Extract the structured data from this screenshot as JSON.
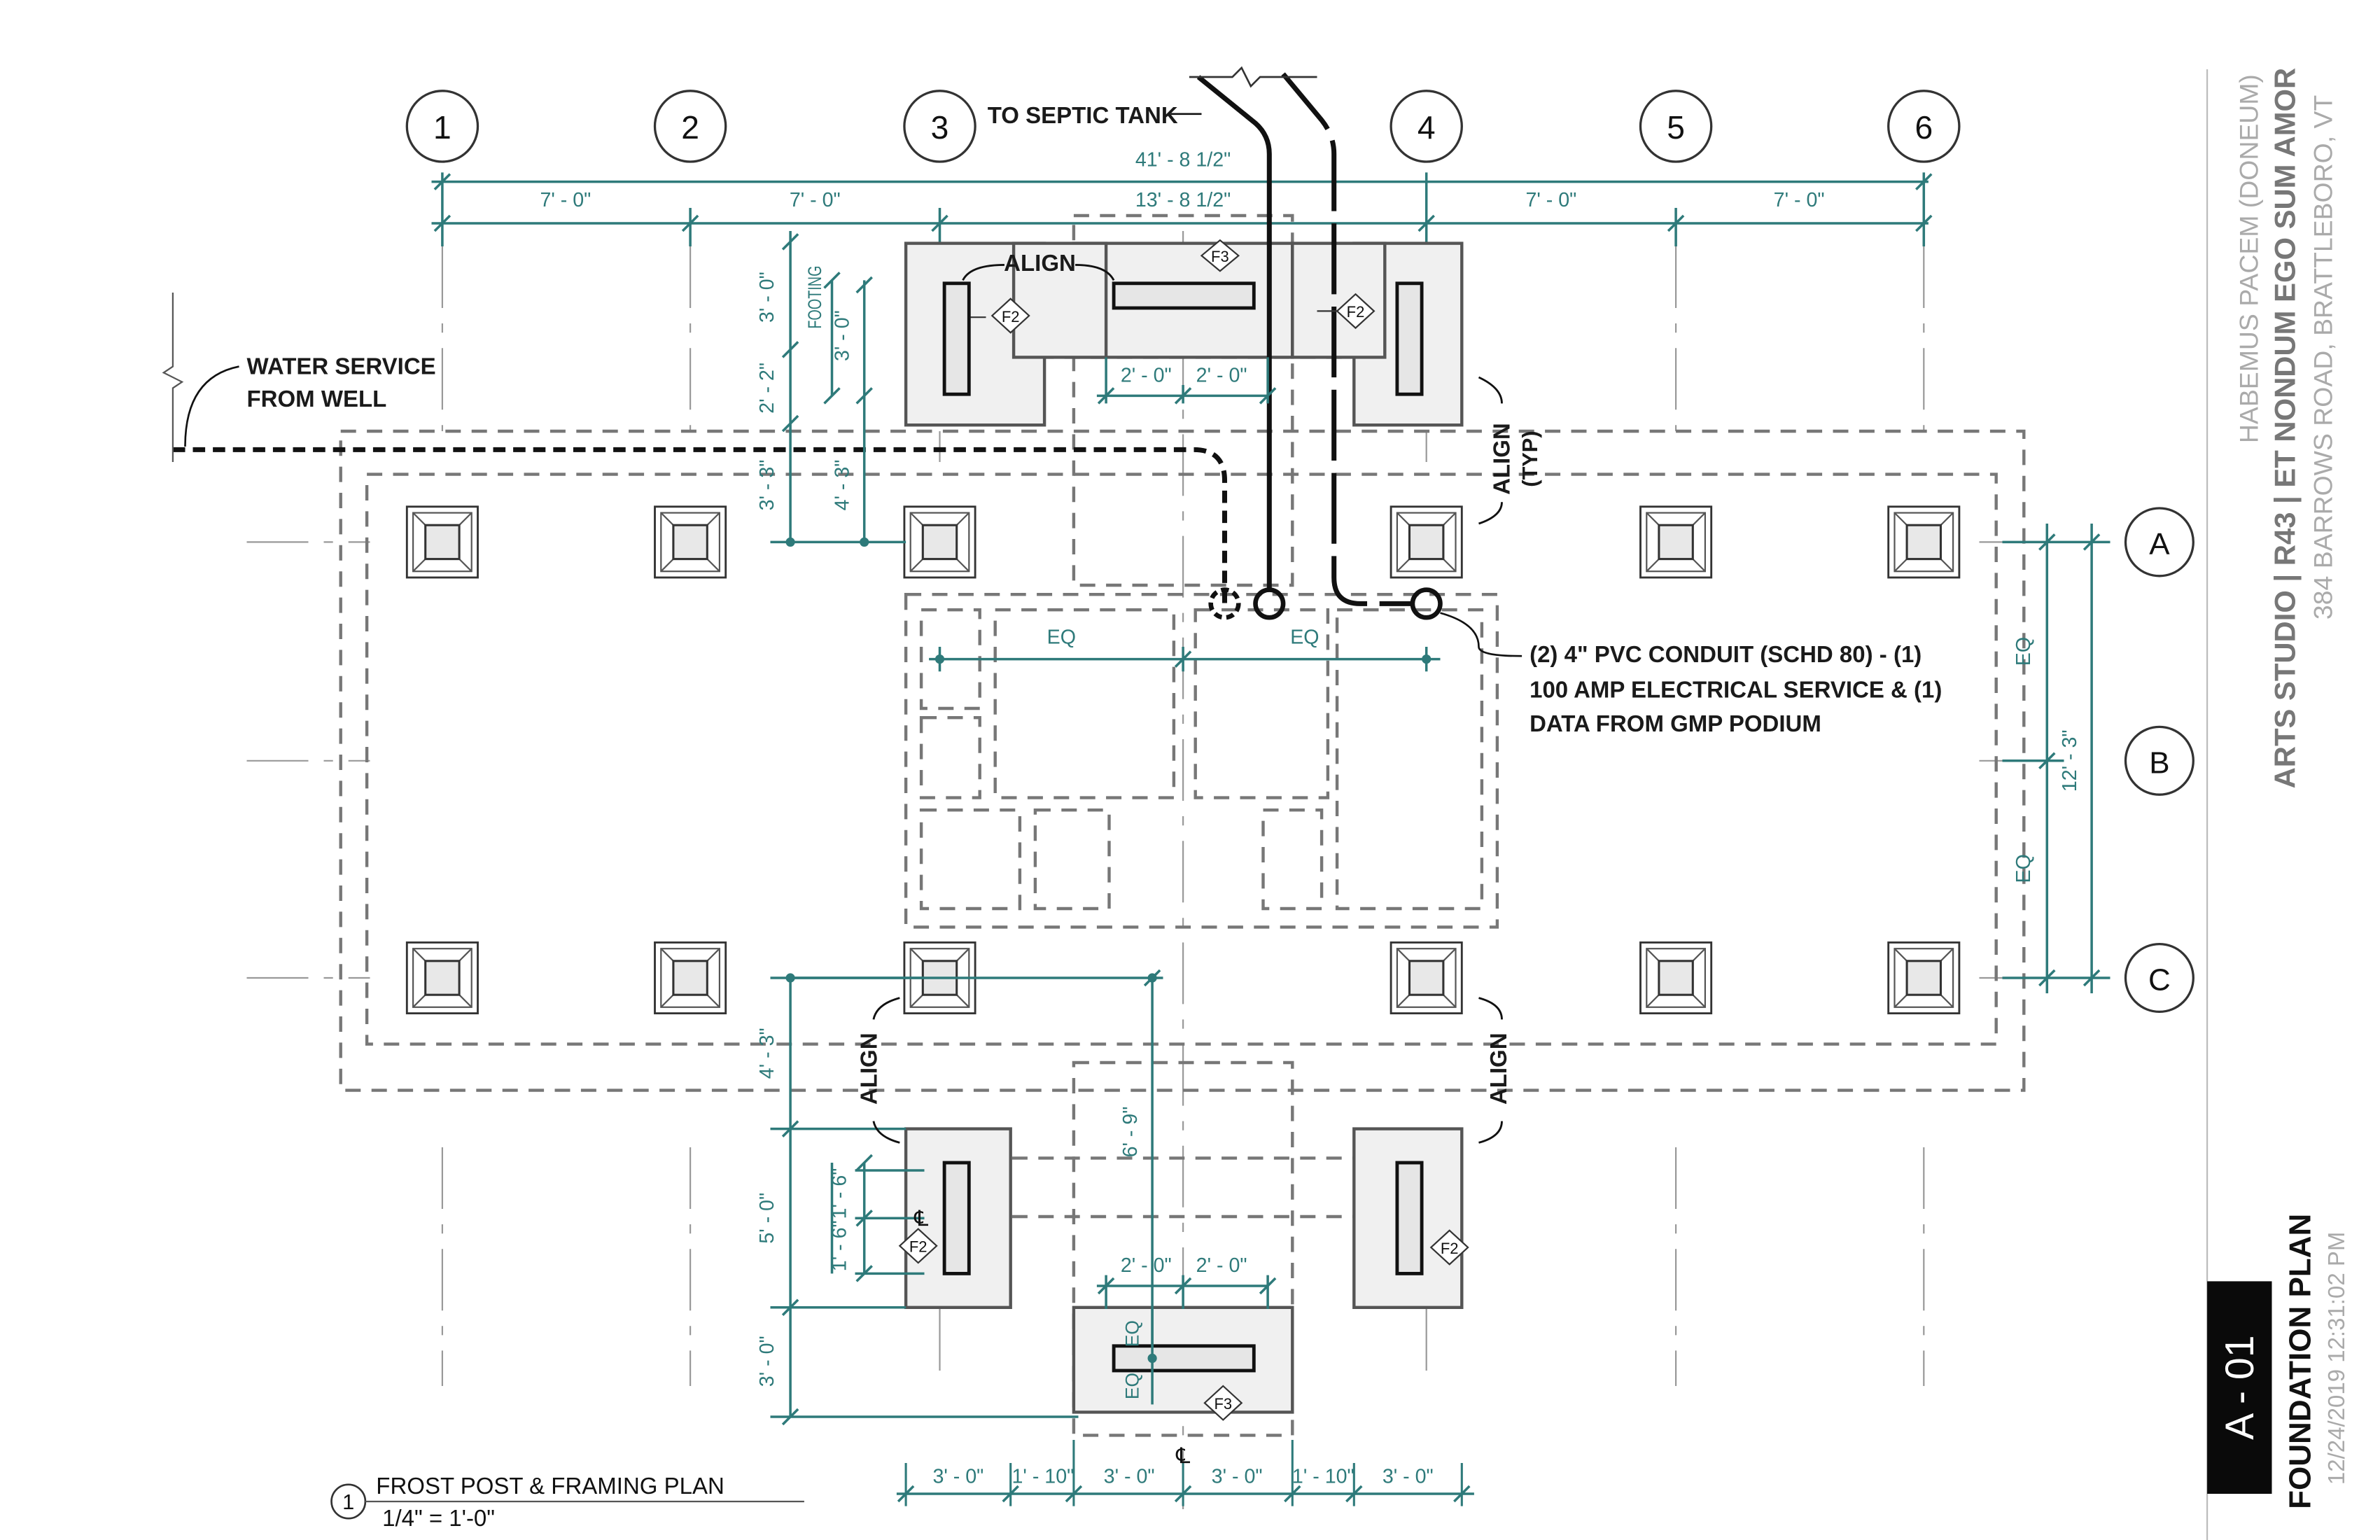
{
  "sheet": {
    "number": "A - 01",
    "title": "FOUNDATION PLAN",
    "timestamp": "12/24/2019 12:31:02 PM",
    "project_line": "ARTS STUDIO  |  R43  |  ET NONDUM EGO SUM AMOR",
    "address": "384 BARROWS ROAD, BRATTLEBORO, VT",
    "motto": "HABEMUS PACEM (DONEUM)"
  },
  "grid": {
    "columns": [
      "1",
      "2",
      "3",
      "4",
      "5",
      "6"
    ],
    "rows": [
      "A",
      "B",
      "C"
    ]
  },
  "dimensions": {
    "overall_top": "41' - 8 1/2\"",
    "bay_1_2": "7' - 0\"",
    "bay_2_3": "7' - 0\"",
    "bay_3_4": "13' - 8 1/2\"",
    "bay_4_5": "7' - 0\"",
    "bay_5_6": "7' - 0\"",
    "footing_3_0a": "3' - 0\"",
    "footing_3_0b": "3' - 0\"",
    "dim_2_2": "2' - 2\"",
    "dim_3_3": "3' - 3\"",
    "dim_4_3_top": "4' - 3\"",
    "dim_2_0_a": "2' - 0\"",
    "dim_2_0_b": "2' - 0\"",
    "eq_left": "EQ",
    "eq_right": "EQ",
    "eq_v_top": "EQ",
    "eq_v_bot": "EQ",
    "dim_12_3": "12' - 3\"",
    "dim_4_3_bot": "4' - 3\"",
    "dim_6_9": "6' - 9\"",
    "dim_5_0": "5' - 0\"",
    "dim_1_6_a": "1' - 6\"",
    "dim_1_6_b": "1' - 6\"",
    "dim_3_0_low": "3' - 0\"",
    "dim_2_0_c": "2' - 0\"",
    "dim_2_0_d": "2' - 0\"",
    "eq_small_a": "EQ",
    "eq_small_b": "EQ",
    "bottom_1": "3' - 0\"",
    "bottom_2": "1' - 10\"",
    "bottom_3": "3' - 0\"",
    "bottom_4": "3' - 0\"",
    "bottom_5": "1' - 10\"",
    "bottom_6": "3' - 0\""
  },
  "labels": {
    "footing": "FOOTING",
    "align_top": "ALIGN",
    "align_typ": "ALIGN",
    "typ": "(TYP)",
    "align_bl": "ALIGN",
    "align_br": "ALIGN",
    "septic": "TO SEPTIC TANK",
    "water_1": "WATER SERVICE",
    "water_2": "FROM WELL",
    "conduit_1": "(2) 4\" PVC CONDUIT (SCHD 80) - (1)",
    "conduit_2": "100 AMP ELECTRICAL SERVICE & (1)",
    "conduit_3": "DATA FROM GMP PODIUM",
    "cl_top": "℄",
    "cl_bottom": "℄"
  },
  "tags": {
    "f2": "F2",
    "f3": "F3"
  },
  "view_title": {
    "number": "1",
    "name": "FROST POST & FRAMING PLAN",
    "scale": "1/4\" = 1'-0\""
  },
  "colors": {
    "dimension": "#2e7a7a",
    "linework": "#1a1a1a",
    "title_block_grey": "#a8a8a8"
  }
}
